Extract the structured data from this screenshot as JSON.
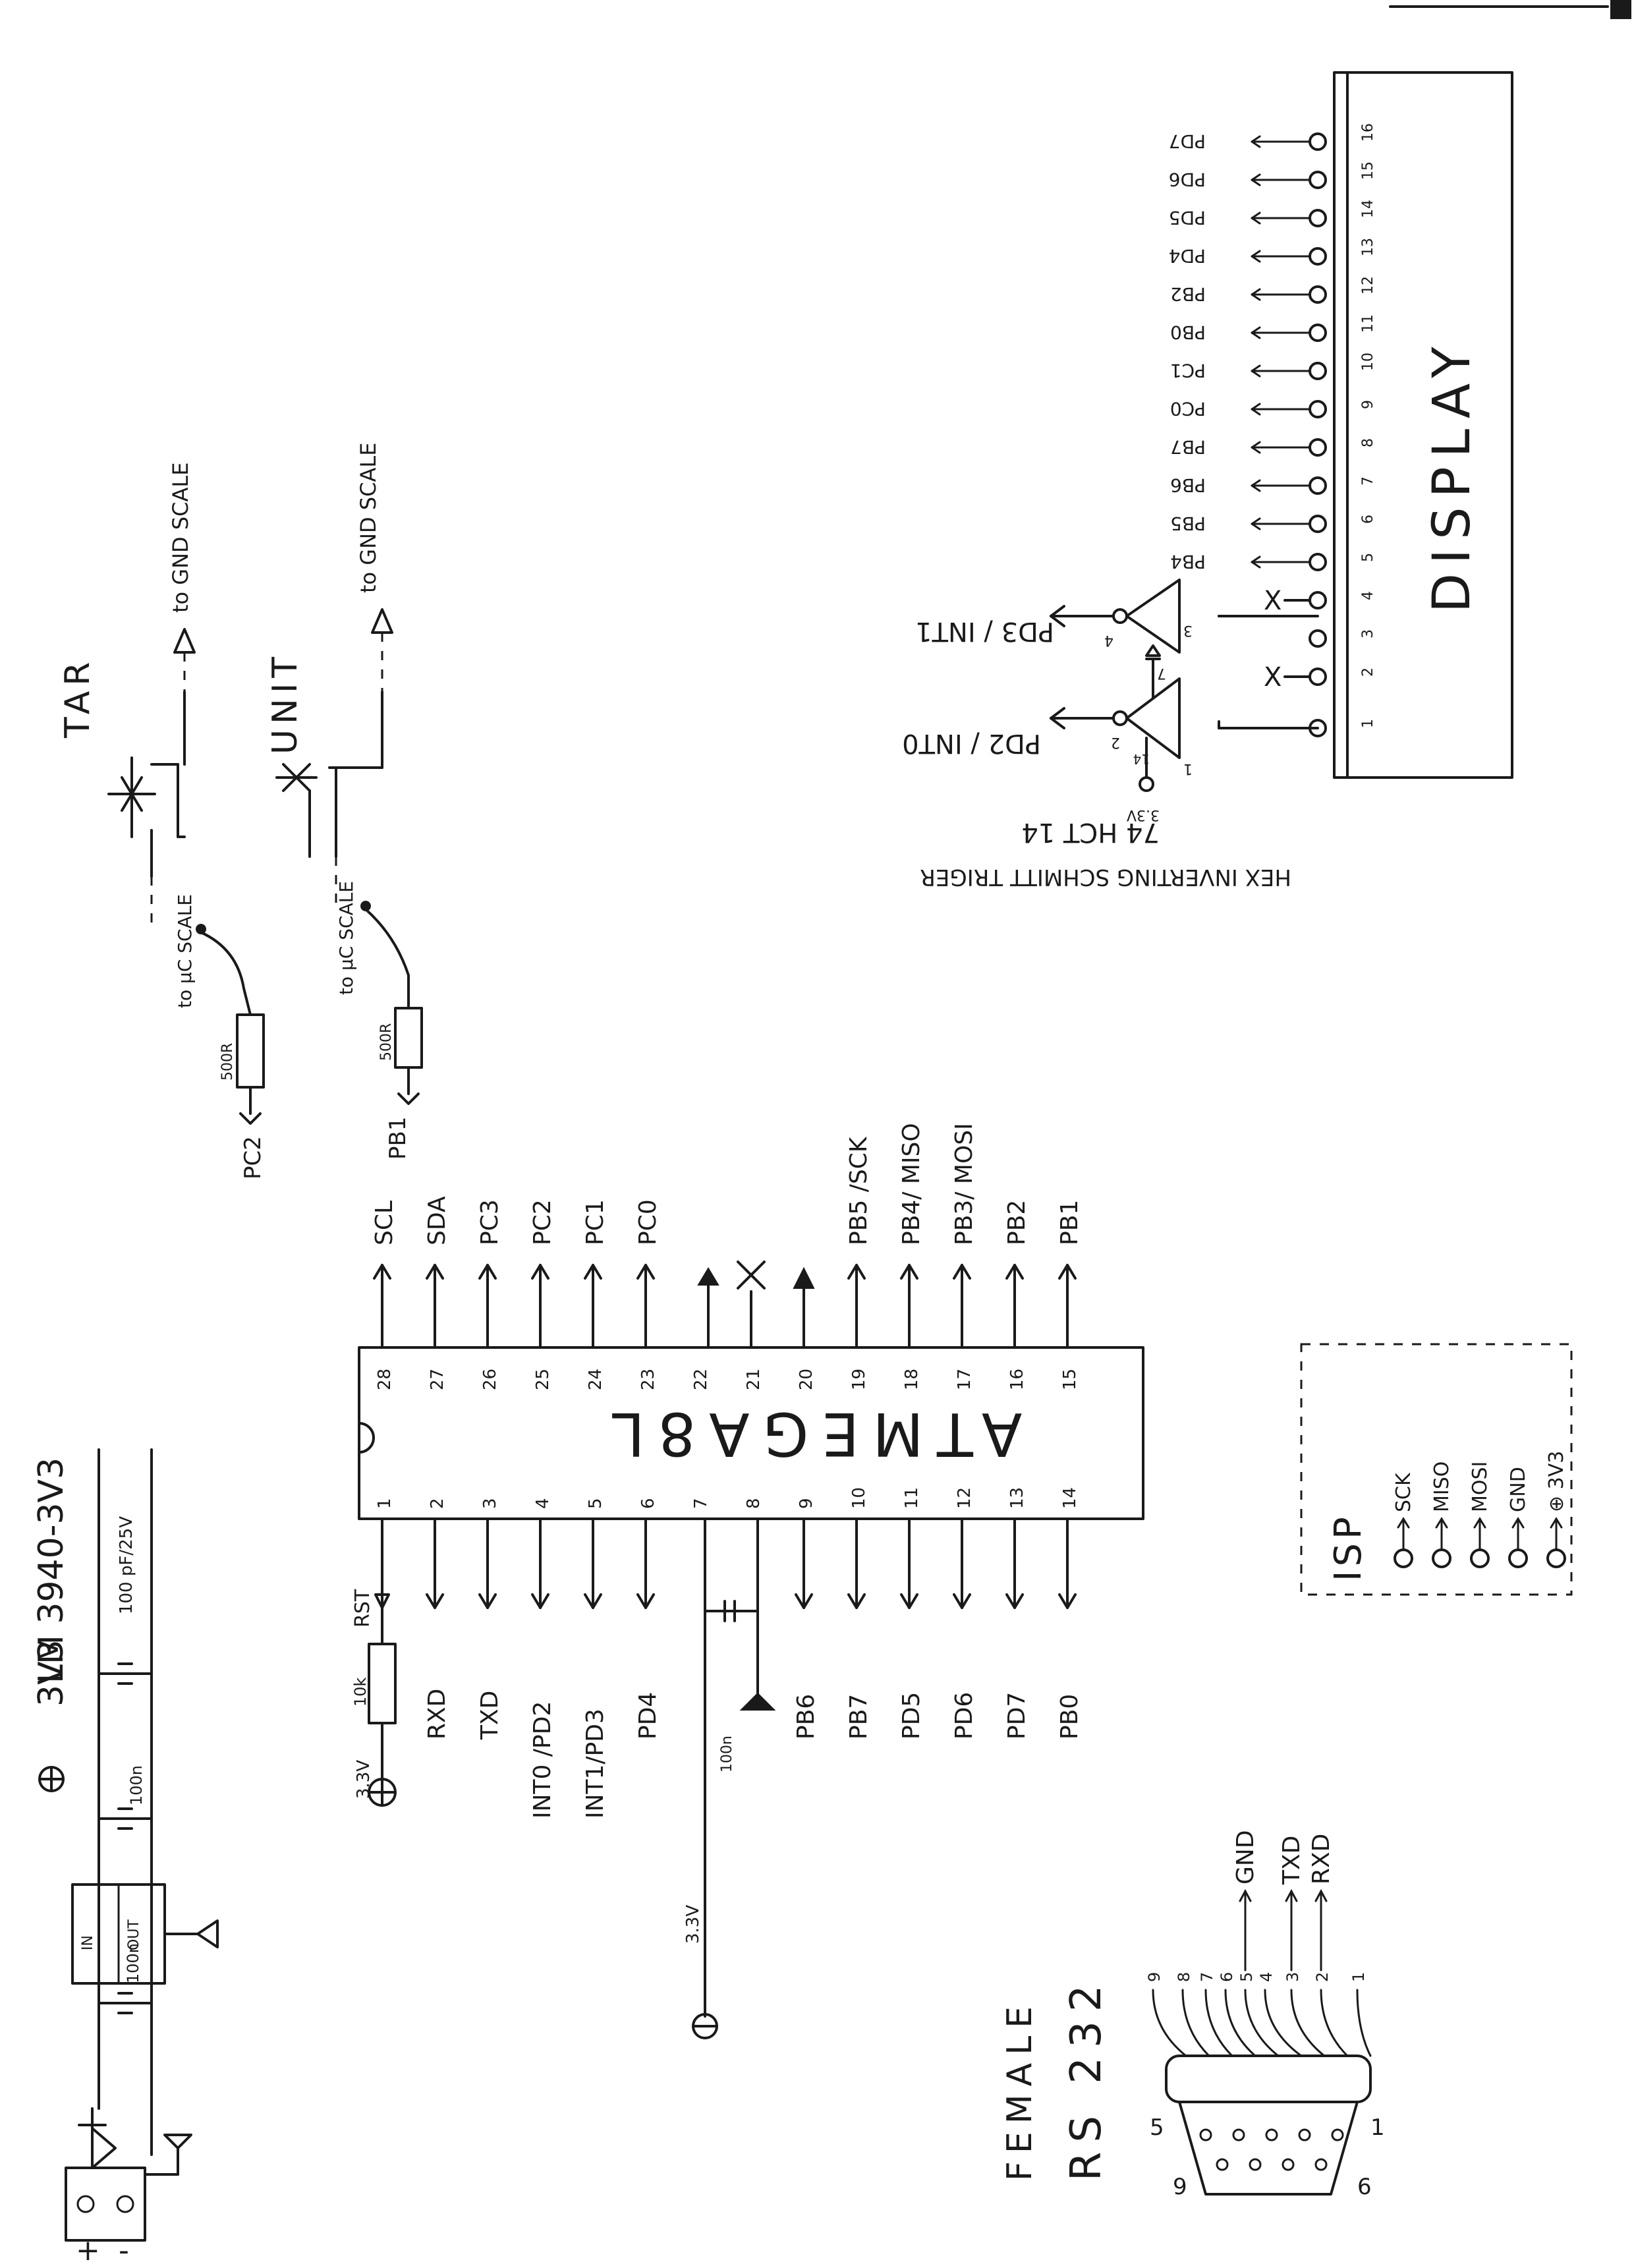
{
  "regulator": {
    "title": "LM 3940-3V3",
    "pin_in": "IN",
    "pin_out": "OUT",
    "cap_in": "100n",
    "cap_mid": "100n",
    "cap_out": "100 pF/25V",
    "supply": "3V3",
    "connector_plus": "+",
    "connector_minus": "-"
  },
  "mcu": {
    "name": "ATMEGA8L",
    "pins_bottom": [
      "1",
      "2",
      "3",
      "4",
      "5",
      "6",
      "7",
      "8",
      "9",
      "10",
      "11",
      "12",
      "13",
      "14"
    ],
    "pins_top": [
      "28",
      "27",
      "26",
      "25",
      "24",
      "23",
      "22",
      "21",
      "20",
      "19",
      "18",
      "17",
      "16",
      "15"
    ],
    "labels_bottom": [
      "",
      "RXD",
      "TXD",
      "INT0 /PD2",
      "INT1/PD3",
      "PD4",
      "",
      "",
      "PB6",
      "PB7",
      "PD5",
      "PD6",
      "PD7",
      "PB0"
    ],
    "labels_top": [
      "SCL",
      "SDA",
      "PC3",
      "PC2",
      "PC1",
      "PC0",
      "",
      "",
      "",
      "PB5 /SCK",
      "PB4/ MISO",
      "PB3/ MOSI",
      "PB2",
      "PB1"
    ],
    "rst_label": "RST",
    "rst_res": "10k",
    "v1": "3.3V",
    "v2": "3.3V",
    "cap7": "100n"
  },
  "switches": {
    "tar_label": "TAR",
    "unit_label": "UNIT",
    "to_gnd": "to GND SCALE",
    "to_uc": "to µC SCALE",
    "res": "500R",
    "pc2": "PC2",
    "pb1": "PB1"
  },
  "display": {
    "title": "DISPLAY",
    "pin_numbers": [
      "1",
      "2",
      "3",
      "4",
      "5",
      "6",
      "7",
      "8",
      "9",
      "10",
      "11",
      "12",
      "13",
      "14",
      "15",
      "16"
    ],
    "pin_labels": [
      "",
      "X",
      "",
      "X",
      "PB4",
      "PB5",
      "PB6",
      "PB7",
      "PC0",
      "PC1",
      "PB0",
      "PB2",
      "PD4",
      "PD5",
      "PD6",
      "PD7"
    ],
    "pd2": "PD2 / INT0",
    "pd3": "PD3 / INT1",
    "ic": "74 HCT 14",
    "ic_desc": "HEX INVERTING SCHMITT TRIGER",
    "v": "3.3V",
    "p1": "1",
    "p2": "2",
    "p3": "3",
    "p4": "4",
    "p7": "7",
    "p14": "14"
  },
  "isp": {
    "title": "ISP",
    "items": [
      "SCK",
      "MISO",
      "MOSI",
      "GND",
      "⊕ 3V3"
    ]
  },
  "rs232": {
    "title_1": "FEMALE",
    "title_2": "RS 232",
    "pins": [
      "9",
      "8",
      "7",
      "6",
      "5",
      "4",
      "3",
      "2",
      "1"
    ],
    "signals": [
      "GND",
      "TXD",
      "RXD"
    ],
    "corner_tl": "5",
    "corner_tr": "1",
    "corner_bl": "9",
    "corner_br": "6"
  }
}
